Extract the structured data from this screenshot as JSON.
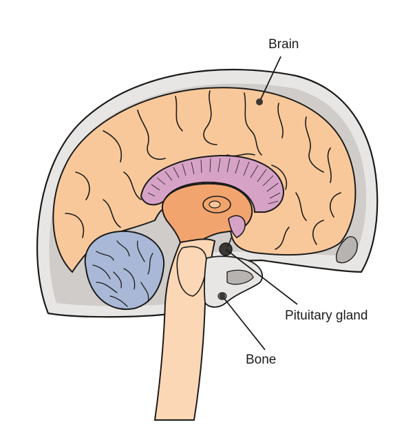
{
  "labels": {
    "brain": "Brain",
    "pituitary": "Pituitary gland",
    "bone": "Bone"
  },
  "colors": {
    "skull": "#e8e6e4",
    "skull_dark": "#b7b3b0",
    "cerebrum": "#f8c89a",
    "cerebellum": "#a9b8d6",
    "corpus_callosum": "#d6a2c6",
    "midbrain": "#f2a46e",
    "brainstem": "#fbd7b6",
    "outline": "#1a1a1a"
  }
}
